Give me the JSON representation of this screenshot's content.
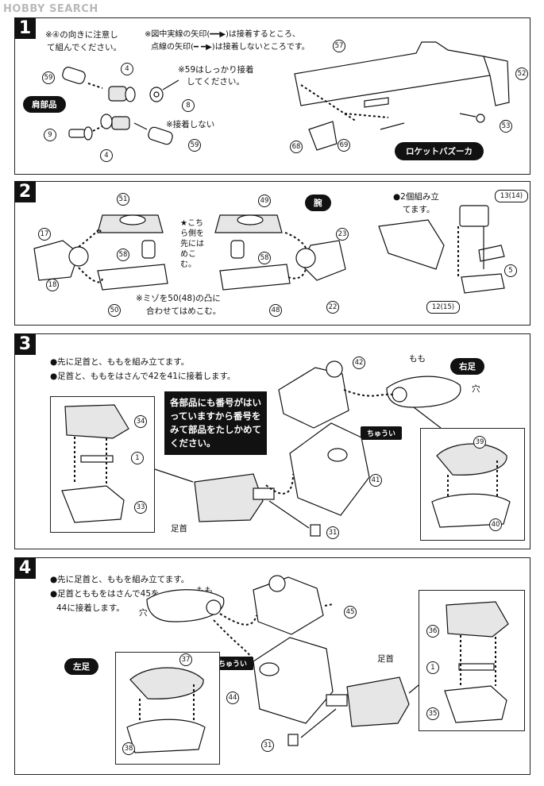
{
  "watermark": "HOBBY SEARCH",
  "step1": {
    "number": "1",
    "note_left_1": "※④の向きに注意し",
    "note_left_2": "て組んでください。",
    "note_right_1": "※図中実線の矢印(━━▶)は接着するところ、",
    "note_right_2": "点線の矢印(━ ━▶)は接着しないところです。",
    "glue_firmly_1": "※59はしっかり接着",
    "glue_firmly_2": "してください。",
    "no_glue": "※接着しない",
    "shoulder_label": "肩部品",
    "bazooka_label": "ロケットバズーカ",
    "parts": [
      "59",
      "4",
      "8",
      "9",
      "4",
      "59",
      "57",
      "52",
      "53",
      "68",
      "69"
    ]
  },
  "step2": {
    "number": "2",
    "arm_label": "腕",
    "two_sets_1": "●2個組み立",
    "two_sets_2": "てます。",
    "side_note": "★こちら側を先にはめこむ。",
    "groove_note_1": "※ミゾを50(48)の凸に",
    "groove_note_2": "合わせてはめこむ。",
    "parts": [
      "51",
      "49",
      "13(14)",
      "17",
      "58",
      "58",
      "23",
      "5",
      "18",
      "50",
      "48",
      "22",
      "12(15)"
    ]
  },
  "step3": {
    "number": "3",
    "line1": "●先に足首と、ももを組み立てます。",
    "line2": "●足首と、ももをはさんで42を41に接着します。",
    "notice": "各部品にも番号がはい\nっていますから番号を\nみて部品をたしかめて\nください。",
    "thigh_label": "もも",
    "hole_label": "穴",
    "right_leg_label": "右足",
    "ankle_label": "足首",
    "caution_label": "ちゅうい",
    "parts": [
      "42",
      "34",
      "1",
      "33",
      "41",
      "39",
      "40",
      "31"
    ]
  },
  "step4": {
    "number": "4",
    "line1": "●先に足首と、ももを組み立てます。",
    "line2": "●足首とももをはさんで45を",
    "line3": "44に接着します。",
    "thigh_label": "もも",
    "hole_label": "穴",
    "left_leg_label": "左足",
    "ankle_label": "足首",
    "caution_label": "ちゅうい",
    "parts": [
      "45",
      "37",
      "36",
      "1",
      "44",
      "35",
      "38",
      "31"
    ]
  }
}
